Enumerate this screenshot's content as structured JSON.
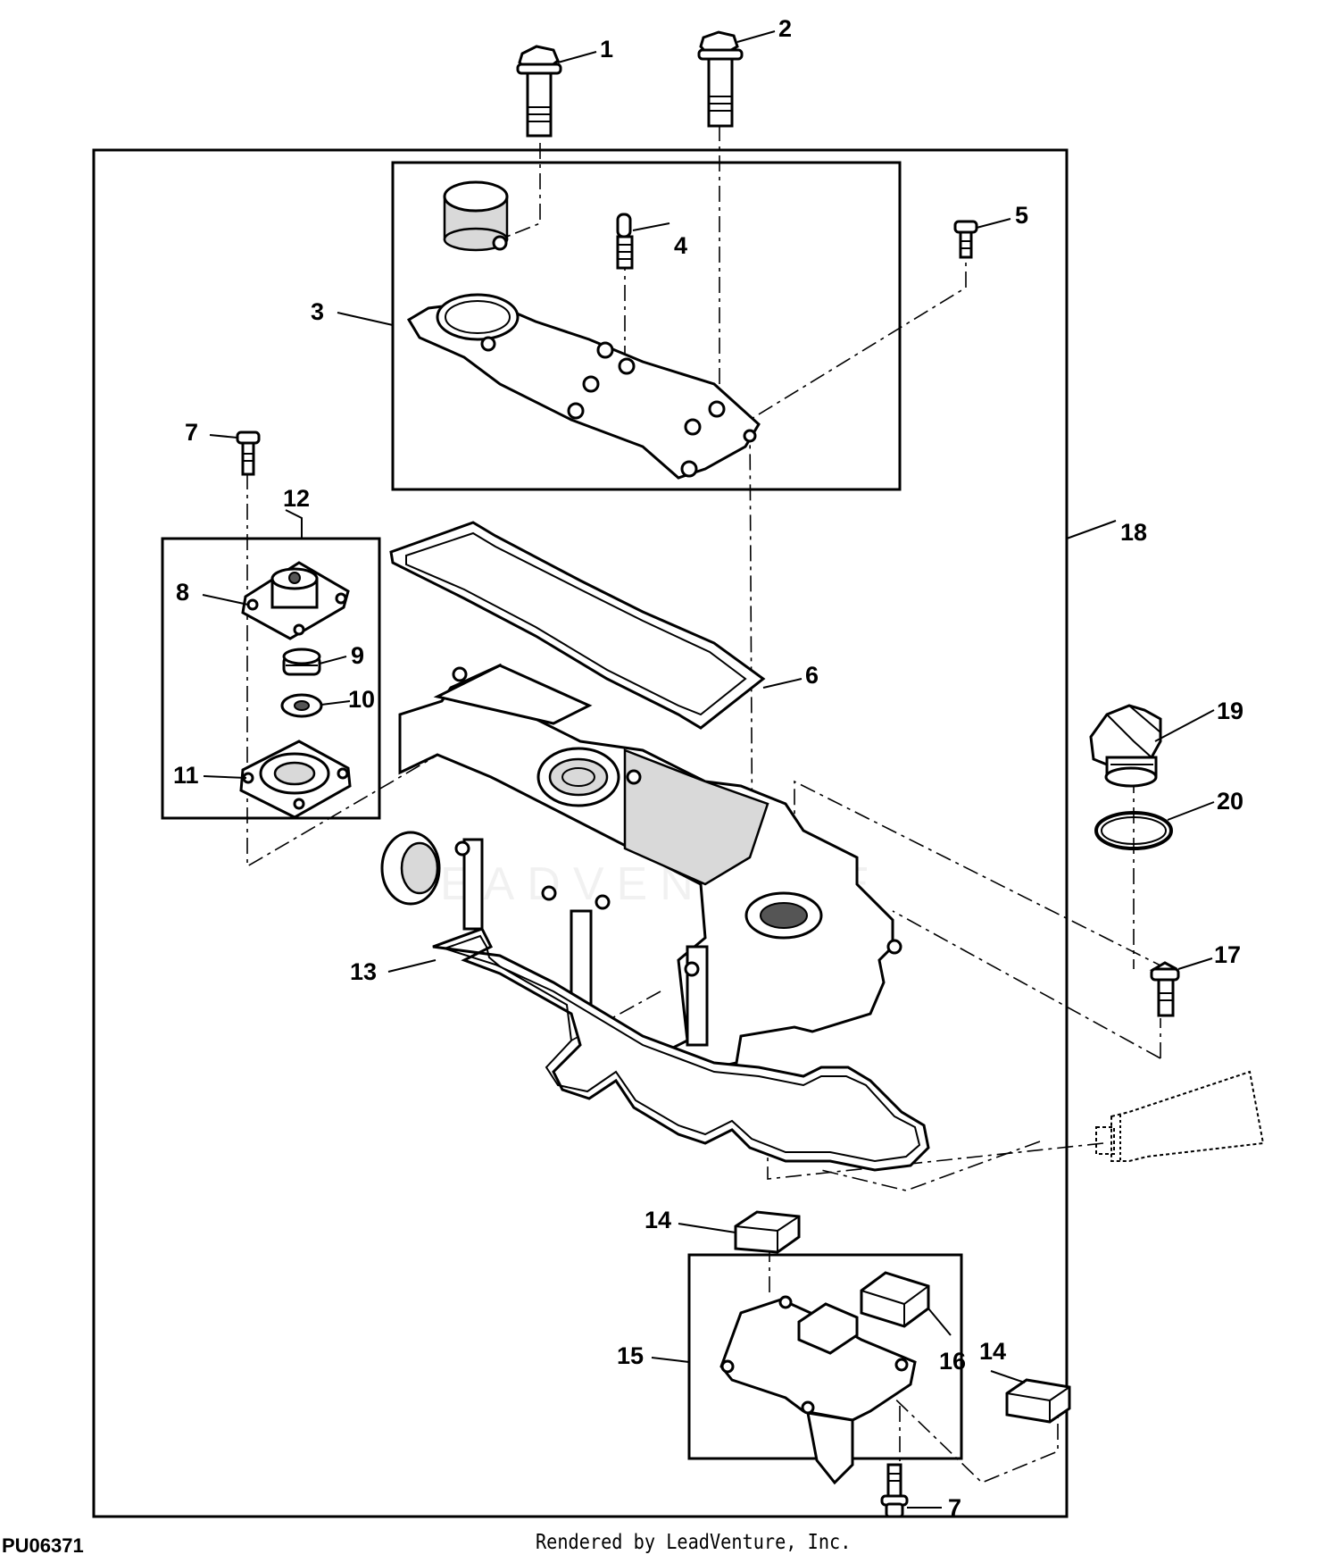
{
  "diagram": {
    "figure_id": "PU06371",
    "credit": "Rendered by LeadVenture, Inc.",
    "watermark": "LEADVENTURE",
    "callouts": {
      "c1": "1",
      "c2": "2",
      "c3": "3",
      "c4": "4",
      "c5": "5",
      "c6": "6",
      "c7a": "7",
      "c7b": "7",
      "c8": "8",
      "c9": "9",
      "c10": "10",
      "c11": "11",
      "c12": "12",
      "c13": "13",
      "c14a": "14",
      "c14b": "14",
      "c15": "15",
      "c16": "16",
      "c17": "17",
      "c18": "18",
      "c19": "19",
      "c20": "20"
    }
  }
}
